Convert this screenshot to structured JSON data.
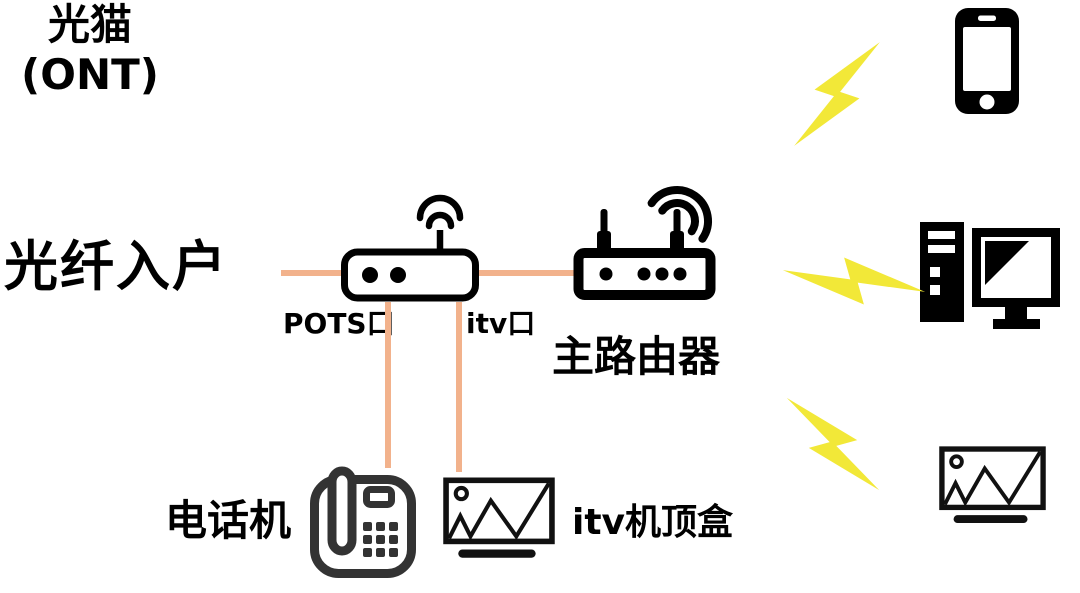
{
  "colors": {
    "background": "#ffffff",
    "cable_orange": "#F2B28C",
    "wireless_yellow": "#F2E838",
    "icon_black": "#000000",
    "phone_icon_gray": "#333333",
    "tv_icon_dark": "#111111",
    "text_black": "#000000"
  },
  "nodes": {
    "fiber_entry": {
      "label": "光纤入户"
    },
    "ont": {
      "label_line1": "光猫",
      "label_line2": "(ONT)",
      "icon": "modem-wifi-icon"
    },
    "main_router": {
      "label": "主路由器",
      "icon": "wireless-router-icon"
    },
    "telephone": {
      "label": "电话机",
      "icon": "telephone-icon"
    },
    "itv_stb": {
      "label": "itv机顶盒",
      "icon": "tv-icon"
    },
    "smartphone": {
      "icon": "smartphone-icon"
    },
    "desktop_computer": {
      "icon": "desktop-computer-icon"
    },
    "wireless_tv": {
      "icon": "tv-icon"
    }
  },
  "ports": {
    "pots": {
      "label": "POTS口"
    },
    "itv": {
      "label": "itv口"
    }
  },
  "connections": [
    {
      "from": "fiber_entry",
      "to": "ont",
      "type": "cable"
    },
    {
      "from": "ont",
      "to": "main_router",
      "type": "cable"
    },
    {
      "from": "ont",
      "to": "telephone",
      "type": "cable",
      "via_port": "POTS口"
    },
    {
      "from": "ont",
      "to": "itv_stb",
      "type": "cable",
      "via_port": "itv口"
    },
    {
      "from": "main_router",
      "to": "smartphone",
      "type": "wireless"
    },
    {
      "from": "main_router",
      "to": "desktop_computer",
      "type": "wireless"
    },
    {
      "from": "main_router",
      "to": "wireless_tv",
      "type": "wireless"
    }
  ]
}
